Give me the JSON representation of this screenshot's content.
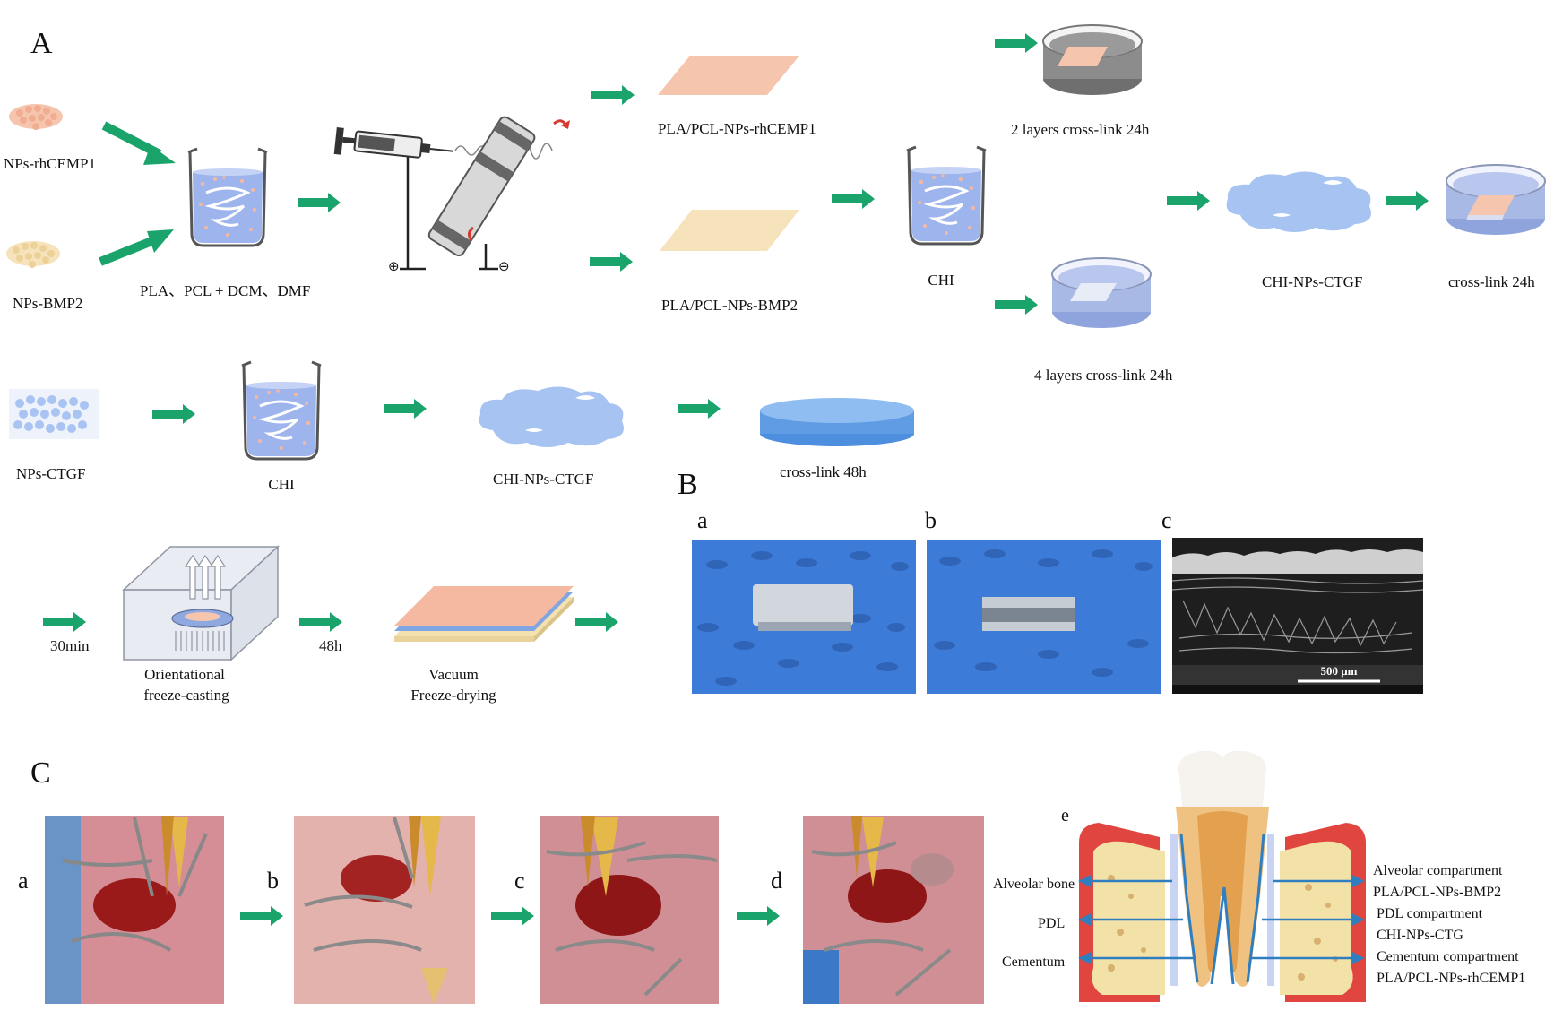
{
  "panels": {
    "A": "A",
    "B": "B",
    "C": "C"
  },
  "panel_a": {
    "np_rhcemp1": "NPs-rhCEMP1",
    "np_bmp2": "NPs-BMP2",
    "solvent": "PLA、PCL + DCM、DMF",
    "membrane_rhcemp1": "PLA/PCL-NPs-rhCEMP1",
    "membrane_bmp2": "PLA/PCL-NPs-BMP2",
    "chi_1": "CHI",
    "two_layers": "2 layers cross-link 24h",
    "four_layers": "4 layers cross-link 24h",
    "chi_np_ctgf_1": "CHI-NPs-CTGF",
    "crosslink_24h": "cross-link 24h",
    "np_ctgf": "NPs-CTGF",
    "chi_2": "CHI",
    "chi_np_ctgf_2": "CHI-NPs-CTGF",
    "crosslink_48h": "cross-link 48h",
    "time_30min": "30min",
    "freeze_casting_1": "Orientational",
    "freeze_casting_2": "freeze-casting",
    "time_48h": "48h",
    "freeze_drying_1": "Vacuum",
    "freeze_drying_2": "Freeze-drying",
    "electrode_plus": "⊕",
    "electrode_minus": "⊖"
  },
  "panel_b": {
    "a": "a",
    "b": "b",
    "c": "c",
    "scale_bar": "500 μm"
  },
  "panel_c": {
    "a": "a",
    "b": "b",
    "c": "c",
    "d": "d",
    "e": "e",
    "alveolar_bone": "Alveolar bone",
    "pdl": "PDL",
    "cementum": "Cementum",
    "alveolar_compartment": "Alveolar compartment",
    "alveolar_material": "PLA/PCL-NPs-BMP2",
    "pdl_compartment": "PDL compartment",
    "pdl_material": "CHI-NPs-CTG",
    "cementum_compartment": "Cementum compartment",
    "cementum_material": "PLA/PCL-NPs-rhCEMP1"
  },
  "colors": {
    "arrow": "#1aa36b",
    "rhcemp1": "#f6c5ae",
    "bmp2": "#f6e2bb",
    "beaker_liquid": "#9eb4ec",
    "chi_gel": "#9ec0f2",
    "disc": "#6fa8e8",
    "gum": "#e0463f",
    "bone": "#f3e2a8",
    "pdl_line": "#2f7fc0",
    "photo_bg": "#3d7bd8"
  }
}
